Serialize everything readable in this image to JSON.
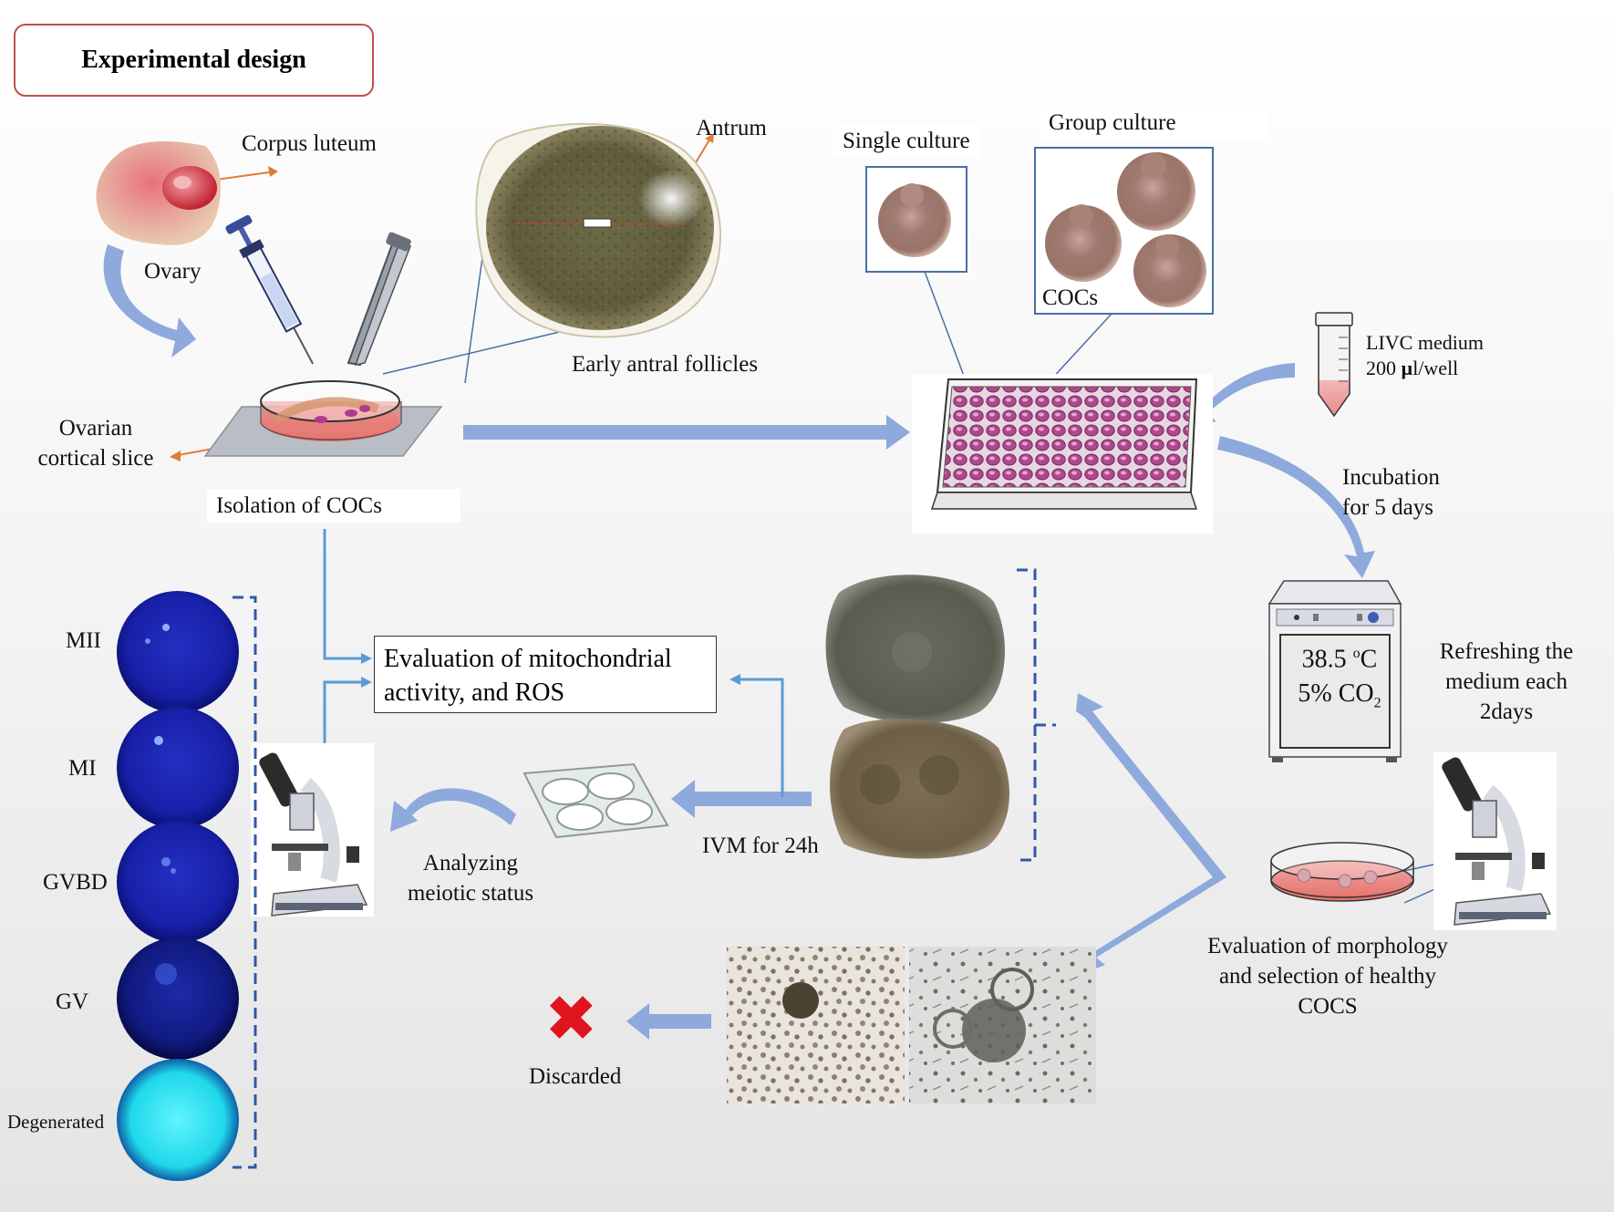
{
  "title": "Experimental design",
  "labels": {
    "corpus_luteum": "Corpus luteum",
    "ovary": "Ovary",
    "antrum": "Antrum",
    "early_antral": "Early antral follicles",
    "ovarian_cortical_line1": "Ovarian",
    "ovarian_cortical_line2": "cortical slice",
    "isolation": "Isolation of COCs",
    "single_culture": "Single culture",
    "group_culture": "Group culture",
    "cocs": "COCs",
    "livc_line1": "LIVC medium",
    "livc_line2_prefix": "200 ",
    "livc_mu": "µ",
    "livc_line2_suffix": "l/well",
    "incubation_line1": "Incubation",
    "incubation_line2": "for 5 days",
    "refresh_line1": "Refreshing the",
    "refresh_line2": "medium each",
    "refresh_line3": "2days",
    "temp_value": "38.5 ",
    "temp_unit_sup": "o",
    "temp_unit": "C",
    "co2_prefix": "5% CO",
    "co2_sub": "2",
    "eval_mito_line1": "Evaluation of mitochondrial",
    "eval_mito_line2": "activity, and ROS",
    "ivm": "IVM for 24h",
    "analyzing_line1": "Analyzing",
    "analyzing_line2": "meiotic status",
    "eval_morph_line1": "Evaluation of morphology",
    "eval_morph_line2": "and selection of healthy",
    "eval_morph_line3": "COCS",
    "discarded": "Discarded"
  },
  "stages": [
    "MII",
    "MI",
    "GVBD",
    "GV",
    "Degenerated"
  ],
  "colors": {
    "arrow_blue": "#8ea9dc",
    "line_blue": "#5b9bd5",
    "title_border": "#c0504d",
    "leader_orange": "#e07b39",
    "discard_red": "#e0141e",
    "stain_blue": "#1a22a8",
    "degenerated_cyan": "#27e6f2"
  },
  "icons": [
    "syringe-icon",
    "forceps-icon",
    "petri-dish-icon",
    "well-plate-icon",
    "falcon-tube-icon",
    "incubator-icon",
    "microscope-icon",
    "chamber-slide-icon",
    "discard-x-icon"
  ]
}
